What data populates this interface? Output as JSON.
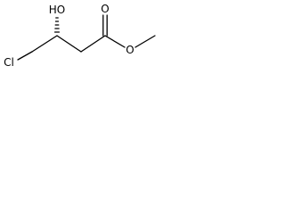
{
  "molecule": {
    "atoms": {
      "chlorine": "Cl",
      "hydroxyl": "HO",
      "carbonyl_oxygen": "O",
      "ester_oxygen": "O"
    }
  }
}
